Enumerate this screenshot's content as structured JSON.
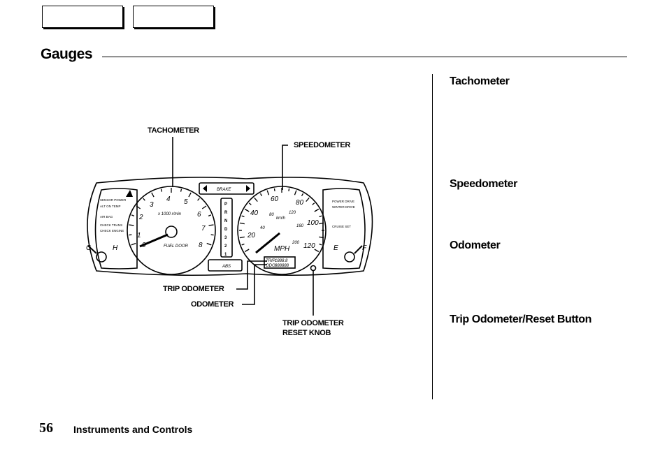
{
  "page": {
    "title": "Gauges",
    "number": "56",
    "section": "Instruments and Controls"
  },
  "side_headings": [
    "Tachometer",
    "Speedometer",
    "Odometer",
    "Trip Odometer/Reset Button"
  ],
  "callouts": {
    "tachometer": "TACHOMETER",
    "speedometer": "SPEEDOMETER",
    "trip_odometer": "TRIP ODOMETER",
    "odometer": "ODOMETER",
    "reset_knob_line1": "TRIP ODOMETER",
    "reset_knob_line2": "RESET KNOB"
  },
  "cluster": {
    "tach_numbers": [
      "0",
      "1",
      "2",
      "3",
      "4",
      "5",
      "6",
      "7",
      "8"
    ],
    "tach_unit": "x 1000 r/min",
    "fuel_door": "FUEL DOOR",
    "speed_mph": [
      "20",
      "40",
      "60",
      "80",
      "100",
      "120"
    ],
    "speed_kmh": [
      "40",
      "80",
      "120",
      "160",
      "200"
    ],
    "speed_unit": "MPH",
    "kmh_unit": "km/h",
    "gears": [
      "P",
      "R",
      "N",
      "D",
      "3",
      "2",
      "1"
    ],
    "abs_label": "ABS",
    "brake_label": "BRAKE",
    "temp_c": "C",
    "temp_h": "H",
    "fuel_e": "E",
    "fuel_f": "F",
    "lights_left": [
      "SENSOR POWER",
      "ALT ON TEMP",
      "AIR BAG",
      "CHECK TRANS",
      "CHECK ENGINE"
    ],
    "lights_right": [
      "POWER DRIVE",
      "WINTER DRIVE",
      "CRUISE SET"
    ],
    "odo_trip": "TRIP",
    "odo_odo": "ODO",
    "odo_value_trip": "1888.8",
    "odo_value_odo": "888888"
  },
  "colors": {
    "ink": "#000000",
    "paper": "#ffffff"
  }
}
